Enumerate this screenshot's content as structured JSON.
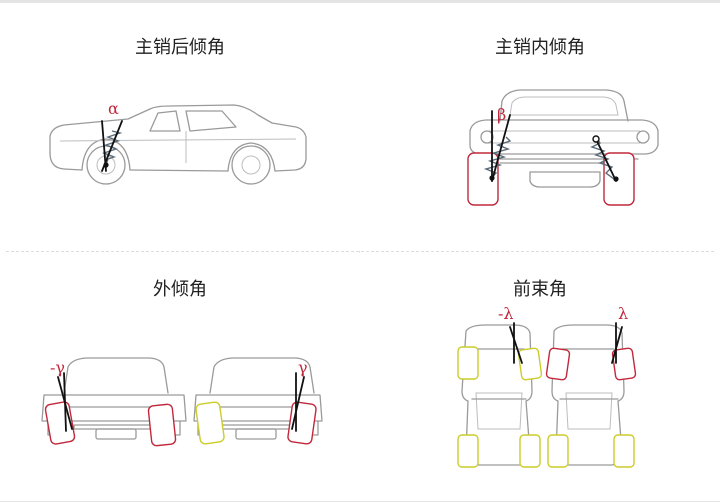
{
  "panels": {
    "caster": {
      "title": "主销后倾角",
      "symbol": "α"
    },
    "kingpin": {
      "title": "主销内倾角",
      "symbol": "β"
    },
    "camber": {
      "title": "外倾角",
      "symbol_left": "-γ",
      "symbol_right": "γ"
    },
    "toe": {
      "title": "前束角",
      "symbol_left": "-λ",
      "symbol_right": "λ"
    }
  },
  "colors": {
    "angle_red": "#c0283c",
    "tire_yellow": "#cccc2a",
    "outline_gray": "#9a9a9a",
    "angle_line": "#111111"
  }
}
